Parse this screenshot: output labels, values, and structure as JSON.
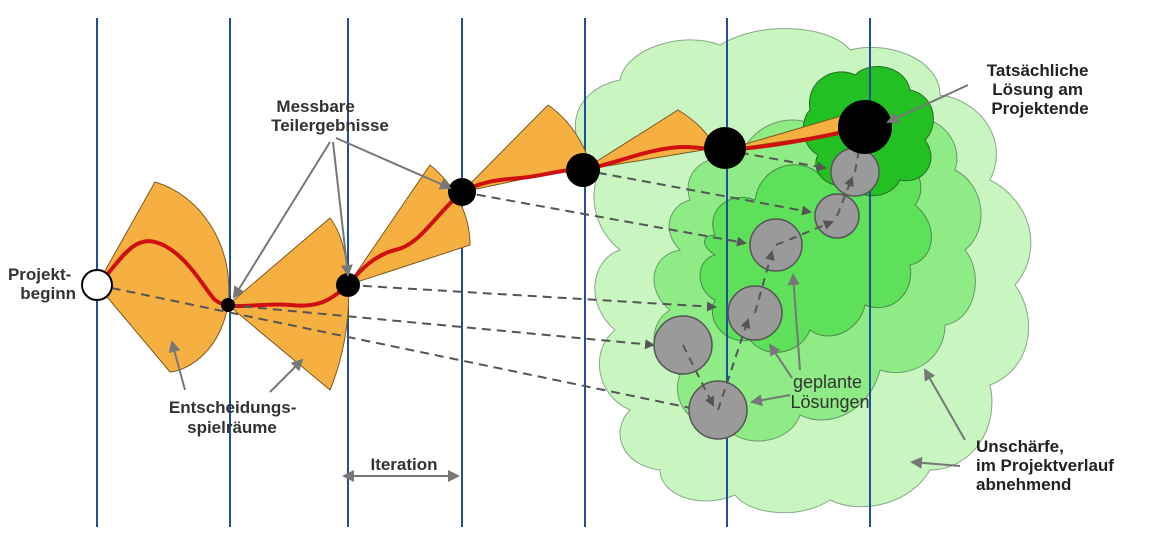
{
  "labels": {
    "projekt_line1": "Projekt-",
    "projekt_line2": "beginn",
    "messbare_line1": "Messbare",
    "messbare_line2": "Teilergebnisse",
    "tats_line1": "Tatsächliche",
    "tats_line2": "Lösung am",
    "tats_line3": "Projektende",
    "entsch_line1": "Entscheidungs-",
    "entsch_line2": "spielräume",
    "iteration": "Iteration",
    "geplante_line1": "geplante",
    "geplante_line2": "Lösungen",
    "unsch_line1": "Unschärfe,",
    "unsch_line2": "im Projektverlauf",
    "unsch_line3": "abnehmend"
  },
  "colors": {
    "iteration_line": "#1f4e9c",
    "cone": "#f5b041",
    "path": "#d01010",
    "milestone": "#000000",
    "planned": "#9a9a9a",
    "blur_outer": "#c8f5c0",
    "blur_mid": "#8eeb85",
    "blur_inner": "#5ee05a",
    "blur_core": "#22c022",
    "arrow": "#555555"
  }
}
